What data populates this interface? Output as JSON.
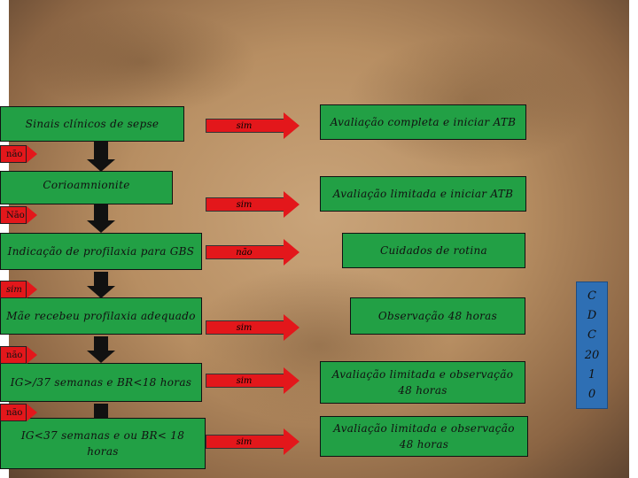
{
  "diagram": {
    "boxes_left": [
      "Sinais clínicos de sepse",
      "Corioamnionite",
      "Indicação de profilaxia para GBS",
      "Mãe recebeu profilaxia adequado",
      "IG>/37 semanas e BR<18 horas",
      "IG<37 semanas e ou BR< 18 horas"
    ],
    "boxes_right": [
      "Avaliação completa e iniciar ATB",
      "Avaliação limitada e iniciar ATB",
      "Cuidados de rotina",
      "Observação 48 horas",
      "Avaliação limitada e observação 48 horas",
      "Avaliação limitada e observação 48 horas"
    ],
    "arrow_labels_middle": [
      "sim",
      "sim",
      "não",
      "sim",
      "sim",
      "sim"
    ],
    "arrow_labels_left": [
      "não",
      "Não",
      "sim",
      "não",
      "não"
    ],
    "side_letters": [
      "C",
      "D",
      "C",
      "20",
      "1",
      "0"
    ]
  }
}
